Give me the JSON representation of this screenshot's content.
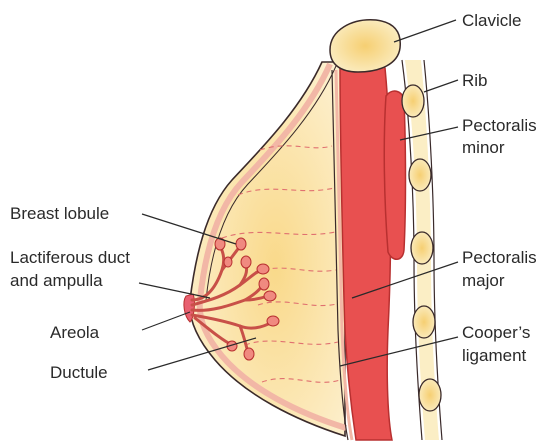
{
  "labels": {
    "clavicle": "Clavicle",
    "rib": "Rib",
    "pectoralis_minor_1": "Pectoralis",
    "pectoralis_minor_2": "minor",
    "breast_lobule": "Breast lobule",
    "lactiferous_1": "Lactiferous duct",
    "lactiferous_2": "and ampulla",
    "pectoralis_major_1": "Pectoralis",
    "pectoralis_major_2": "major",
    "areola": "Areola",
    "cooper_1": "Cooper’s",
    "cooper_2": "ligament",
    "ductule": "Ductule"
  },
  "colors": {
    "outline": "#3a2a2a",
    "skin_fill": "#fbe6b8",
    "skin_edge": "#f4d79a",
    "inner_band": "#f2b7a6",
    "muscle": "#e85050",
    "muscle_edge": "#b83030",
    "bone_fill": "#fbeec5",
    "bone_highlight": "#f6d98c",
    "ligament_dash": "#e07070",
    "lobule": "#f08a80",
    "areola": "#e86070"
  }
}
